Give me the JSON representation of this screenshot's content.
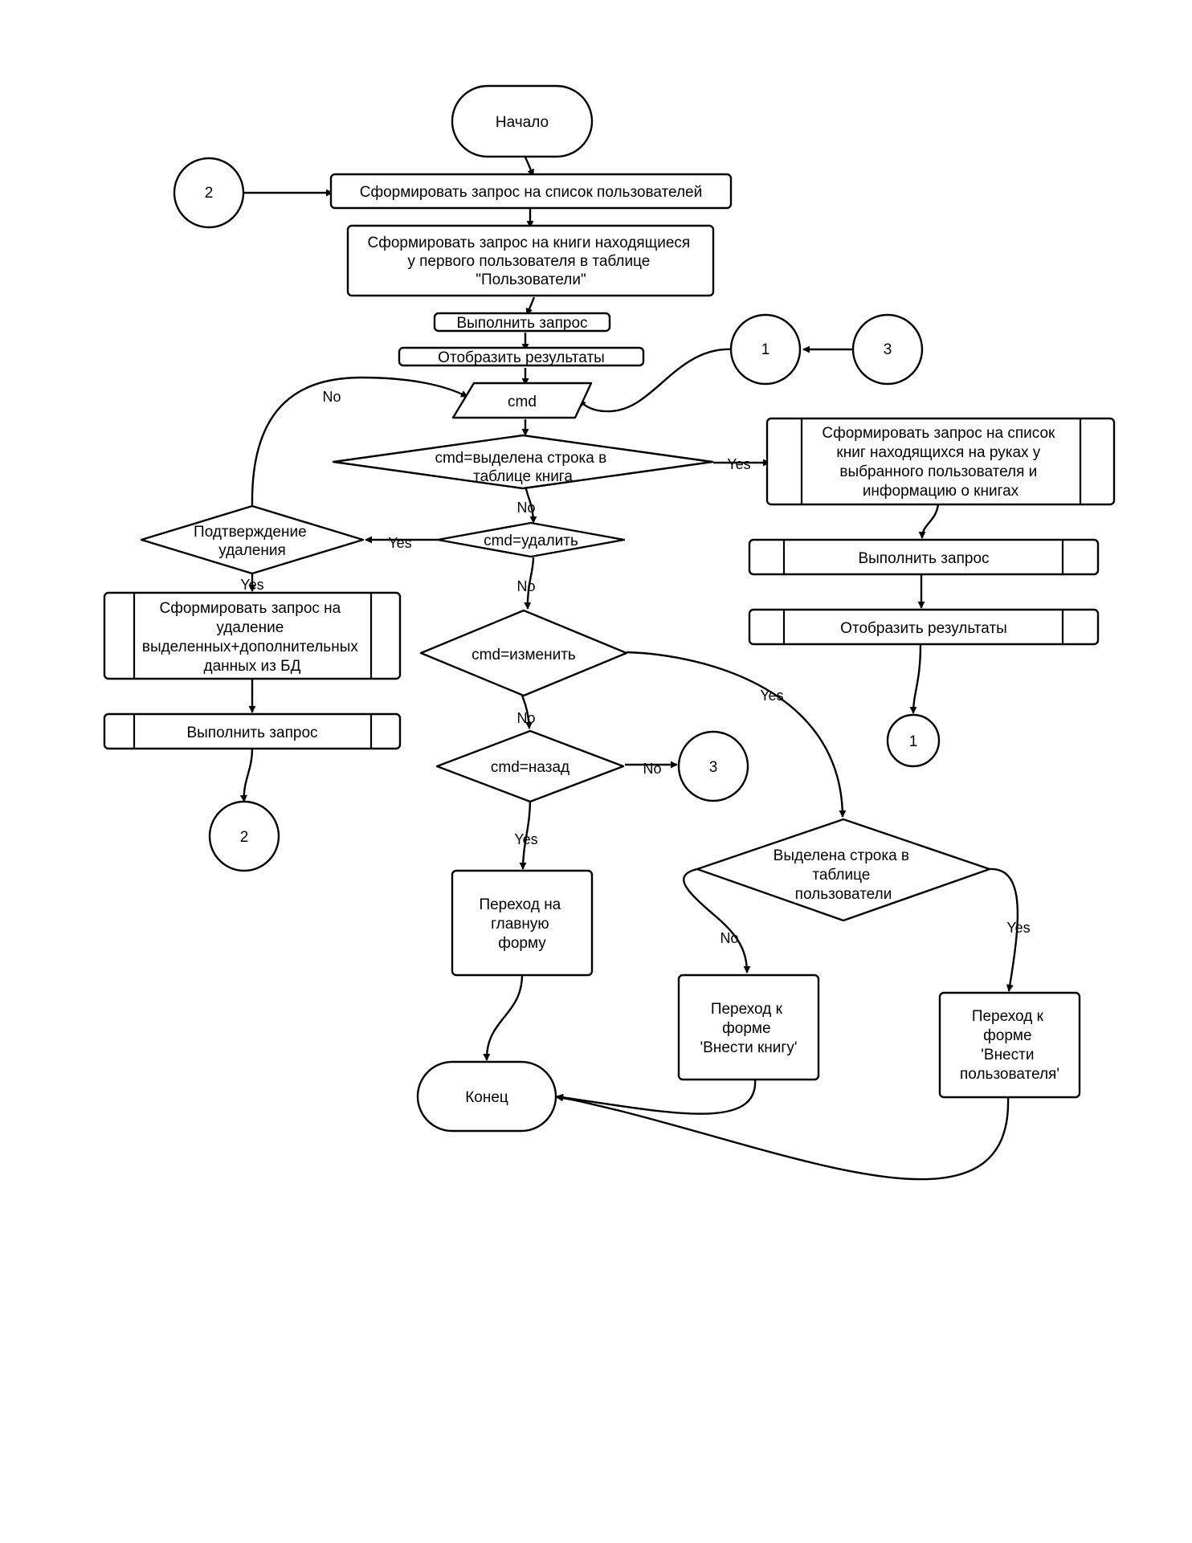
{
  "nodes": {
    "start": "Начало",
    "form_users_query": "Сформировать запрос  на список пользователей",
    "form_books_query": [
      "Сформировать запрос на книги находящиеся",
      "у первого пользователя в таблице",
      "\"Пользователи\""
    ],
    "exec_query_1": "Выполнить запрос",
    "show_results_1": "Отобразить результаты",
    "cmd_input": "cmd",
    "dec_row_books": [
      "cmd=выделена строка в",
      "таблице книга"
    ],
    "dec_delete": "cmd=удалить",
    "dec_confirm": [
      "Подтверждение",
      "удаления"
    ],
    "form_delete_query": [
      "Сформировать запрос на",
      "удаление",
      "выделенных+дополнительных",
      "данных из БД"
    ],
    "exec_query_del": "Выполнить запрос",
    "dec_change": "cmd=изменить",
    "dec_back": "cmd=назад",
    "goto_main": [
      "Переход на",
      "главную",
      "форму"
    ],
    "end": "Конец",
    "form_books_list_query": [
      "Сформировать запрос на список",
      "книг находящихся на руках у",
      "выбранного пользователя и",
      "информацию о книгах"
    ],
    "exec_query_right": "Выполнить запрос",
    "show_results_right": "Отобразить результаты",
    "dec_row_users": [
      "Выделена строка в",
      "таблице",
      "пользователи"
    ],
    "goto_add_book": [
      "Переход к",
      "форме",
      "'Внести книгу'"
    ],
    "goto_add_user": [
      "Переход к",
      "форме",
      "'Внести",
      "пользователя'"
    ]
  },
  "connectors": {
    "c2_top": "2",
    "c1_top": "1",
    "c3_top": "3",
    "c2_bottom": "2",
    "c3_mid": "3",
    "c1_bottom": "1"
  },
  "labels": {
    "yes": "Yes",
    "no": "No"
  }
}
